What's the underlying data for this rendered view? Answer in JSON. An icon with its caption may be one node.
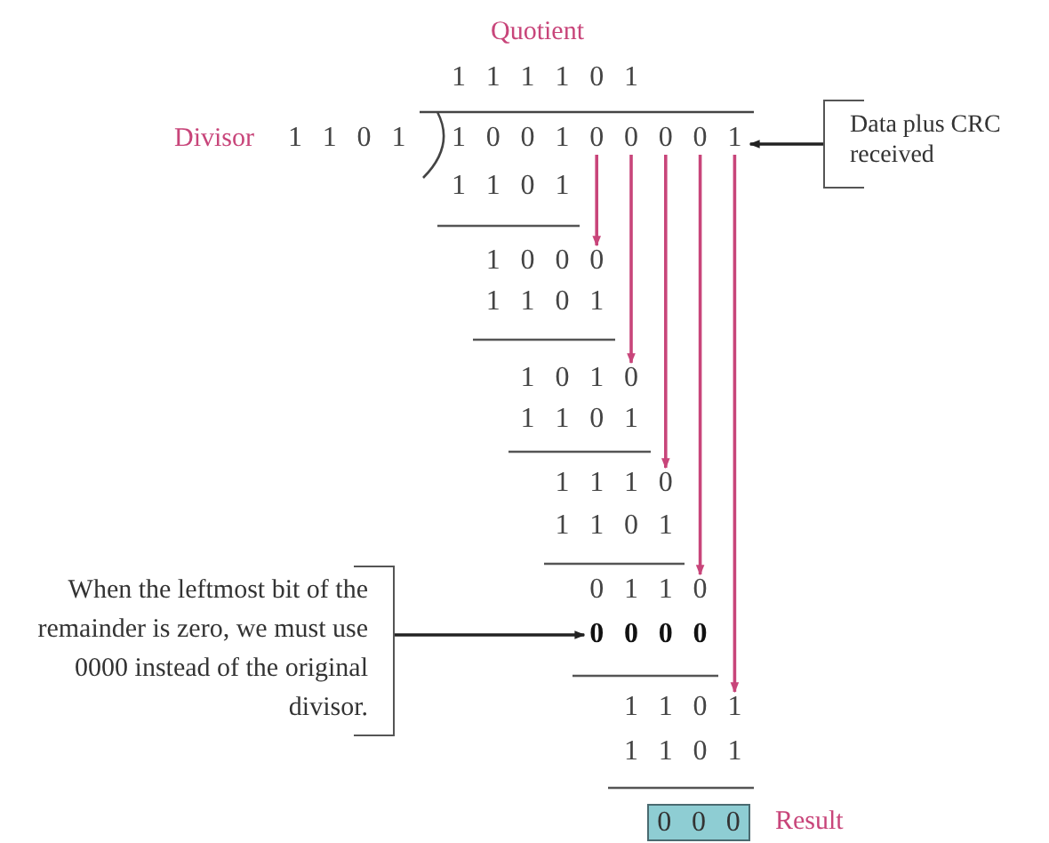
{
  "diagram": {
    "nodes": [
      {
        "text": [
          "Data plus CRC received"
        ]
      },
      {
        "text": [
          "1 0 0 1 0 0 0 0 1"
        ]
      },
      {
        "text": [
          "1 0 0 0"
        ]
      },
      {
        "text": [
          "1 0 1 0"
        ]
      },
      {
        "text": [
          "1 1 1 0"
        ]
      },
      {
        "text": [
          "When the leftmost bit of the remainder is zero, we must use 0000 instead of the original divisor."
        ]
      },
      {
        "text": [
          "0 1 1 0"
        ]
      },
      {
        "text": [
          "0 0 0 0"
        ]
      },
      {
        "text": [
          "1 1 0 1"
        ]
      },
      {
        "text": [
          "0 0 0"
        ]
      }
    ],
    "edges": [
      {
        "from": 0,
        "to": 1,
        "arrow": "to",
        "color": "#222222"
      },
      {
        "from": 1,
        "to": 2,
        "arrow": "to"
      },
      {
        "from": 1,
        "to": 3,
        "arrow": "to"
      },
      {
        "from": 1,
        "to": 4,
        "arrow": "to"
      },
      {
        "from": 1,
        "to": 6,
        "arrow": "to"
      },
      {
        "from": 1,
        "to": 8,
        "arrow": "to"
      },
      {
        "from": 5,
        "to": 7,
        "arrow": "to",
        "color": "#222222"
      }
    ],
    "labels": [
      "Quotient",
      "1 1 1 1 0 1",
      "Divisor",
      "1 1 0 1",
      "1 1 0 1",
      "1 1 0 1",
      "1 1 0 1",
      "1 1 0 1",
      "1 1 0 1",
      "Result"
    ]
  }
}
